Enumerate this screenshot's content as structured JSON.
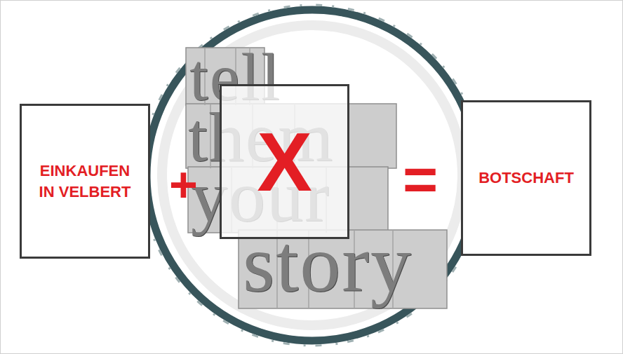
{
  "diagram": {
    "nodes": [
      {
        "text": [
          "EINKAUFEN IN VELBERT"
        ]
      },
      {
        "text": [
          "X"
        ]
      },
      {
        "text": [
          "BOTSCHAFT"
        ]
      }
    ],
    "labels": [
      "+",
      "=",
      "tell",
      "them",
      "your",
      "story"
    ]
  }
}
